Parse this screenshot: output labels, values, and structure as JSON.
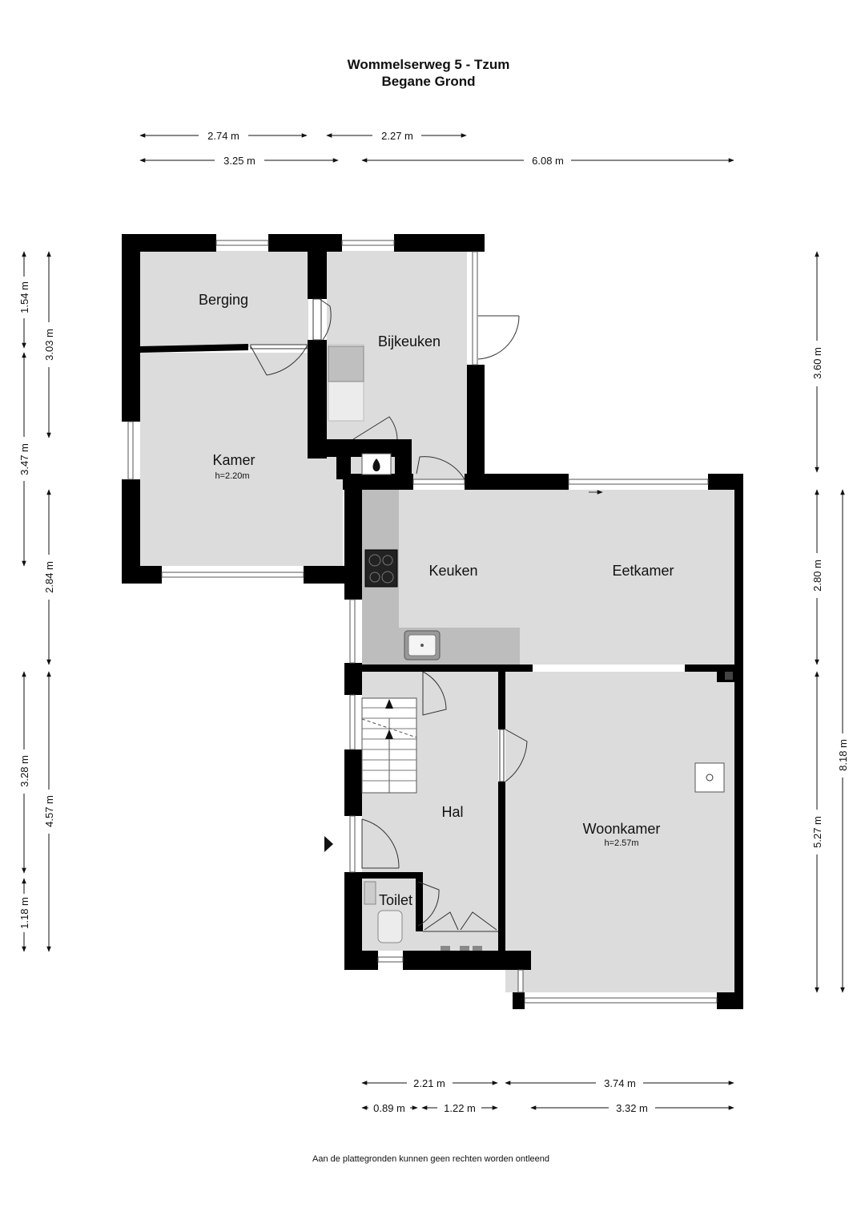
{
  "header": {
    "title": "Wommelserweg 5 - Tzum",
    "subtitle": "Begane Grond"
  },
  "rooms": {
    "berging": "Berging",
    "bijkeuken": "Bijkeuken",
    "kamer": "Kamer",
    "kamer_height": "h=2.20m",
    "keuken": "Keuken",
    "eetkamer": "Eetkamer",
    "hal": "Hal",
    "woonkamer": "Woonkamer",
    "woonkamer_height": "h=2.57m",
    "toilet": "Toilet"
  },
  "dimensions": {
    "top": [
      "2.74 m",
      "2.27 m",
      "3.25 m",
      "6.08 m"
    ],
    "bottom": [
      "2.21 m",
      "3.74 m",
      "0.89 m",
      "1.22 m",
      "3.32 m"
    ],
    "left": [
      "1.54 m",
      "3.03 m",
      "3.47 m",
      "2.84 m",
      "3.28 m",
      "4.57 m",
      "1.18 m"
    ],
    "right": [
      "3.60 m",
      "2.80 m",
      "8.18 m",
      "5.27 m"
    ]
  },
  "footer": {
    "note": "Aan de plattegronden kunnen geen rechten worden ontleend"
  },
  "colors": {
    "wall": "#000000",
    "floor": "#dcdcdc",
    "counter": "#bdbdbd"
  }
}
